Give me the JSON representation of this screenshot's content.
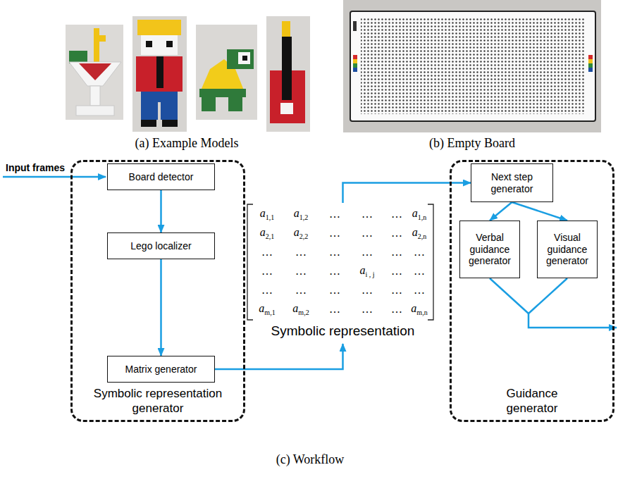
{
  "diagram": {
    "nodes": [
      {
        "text": [
          "Symbolic representation generator"
        ]
      },
      {
        "text": [
          "Board detector"
        ],
        "in": 0
      },
      {
        "text": [
          "Lego localizer"
        ],
        "in": 0
      },
      {
        "text": [
          "Matrix generator"
        ],
        "in": 0
      },
      {
        "text": [
          "Symbolic representation"
        ]
      },
      {
        "text": [
          "Guidance generator"
        ]
      },
      {
        "text": [
          "Next step generator"
        ],
        "in": 5
      },
      {
        "text": [
          "Verbal guidance generator"
        ],
        "in": 5
      },
      {
        "text": [
          "Visual guidance generator"
        ],
        "in": 5
      }
    ],
    "edges": [
      {
        "from": 1,
        "to": 2,
        "arrow": "to"
      },
      {
        "from": 2,
        "to": 3,
        "arrow": "to"
      },
      {
        "from": 3,
        "to": 4,
        "arrow": "to"
      },
      {
        "from": 4,
        "to": 6,
        "arrow": "to"
      },
      {
        "from": 6,
        "to": 7,
        "arrow": "to"
      },
      {
        "from": 6,
        "to": 8,
        "arrow": "to"
      }
    ],
    "labels": [
      "(a) Example Models",
      "(b) Empty Board",
      "Input frames",
      "a",
      "1,1",
      "a",
      "1,2",
      "…",
      "…",
      "…",
      "a",
      "1,n",
      "a",
      "2,1",
      "a",
      "2,2",
      "…",
      "…",
      "…",
      "a",
      "2,n",
      "…",
      "…",
      "…",
      "…",
      "…",
      "…",
      "…",
      "…",
      "…",
      "a",
      "i , j",
      "…",
      "…",
      "…",
      "…",
      "…",
      "…",
      "…",
      "…",
      "a",
      "m,1",
      "a",
      "m,2",
      "…",
      "…",
      "…",
      "a",
      "m,n",
      "(c) Workflow"
    ]
  }
}
